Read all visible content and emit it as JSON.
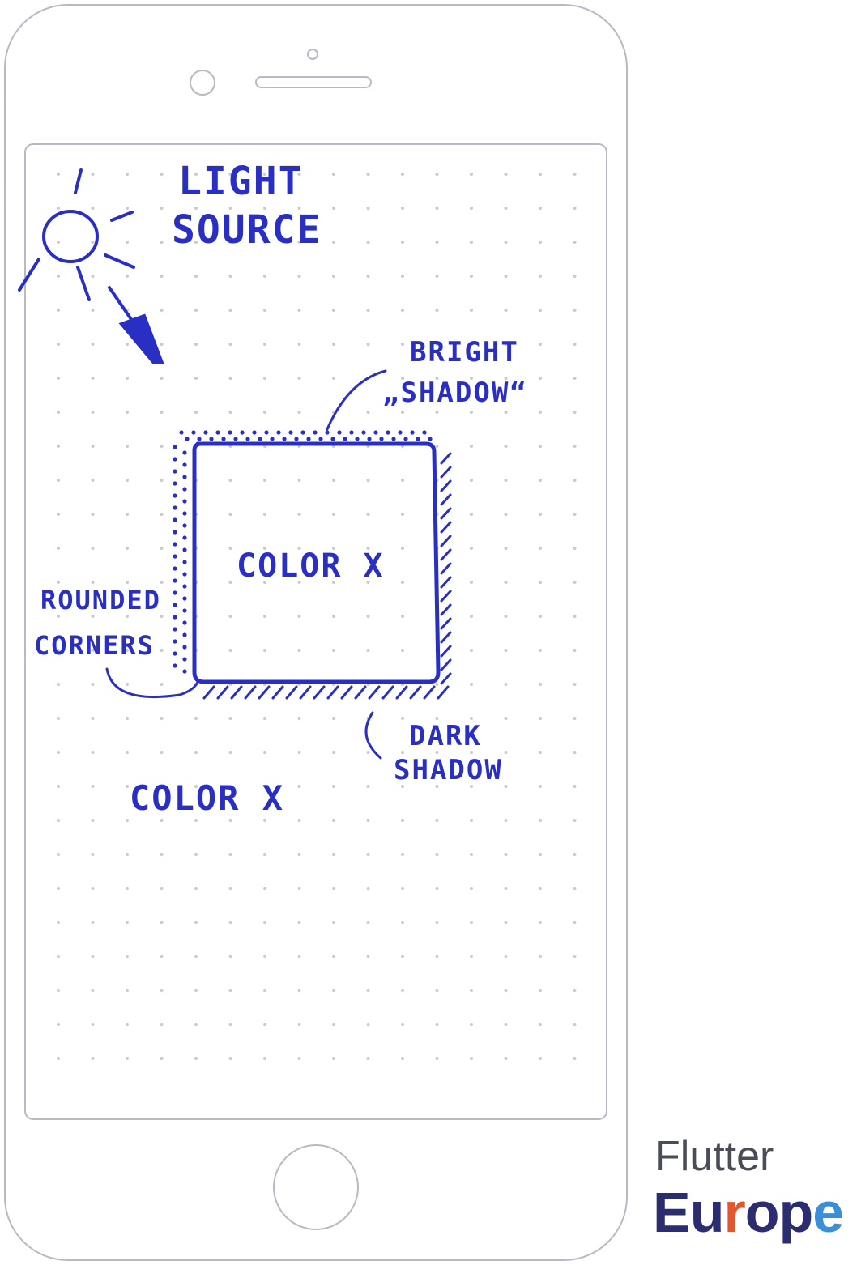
{
  "annotations": {
    "light_source": [
      "LIGHT",
      "SOURCE"
    ],
    "bright_shadow": [
      "BRIGHT",
      "„SHADOW“"
    ],
    "inner_color": "COLOR X",
    "rounded_corners": [
      "ROUNDED",
      "CORNERS"
    ],
    "dark_shadow": [
      "DARK",
      "SHADOW"
    ],
    "outer_color": "COLOR X"
  },
  "logo": {
    "line1": "Flutter",
    "line2": "Europe",
    "letters": [
      "E",
      "u",
      "r",
      "o",
      "p",
      "e"
    ],
    "letter_colors": [
      "#2b2d6e",
      "#2b2d6e",
      "#e4572e",
      "#2b2d6e",
      "#2b2d6e",
      "#3b8fd6"
    ]
  },
  "colors": {
    "ink": "#2a2fc4",
    "device_outline": "#b9b9c6",
    "grid_dot": "#c9c9cf",
    "logo_flutter": "#4a4d55"
  }
}
